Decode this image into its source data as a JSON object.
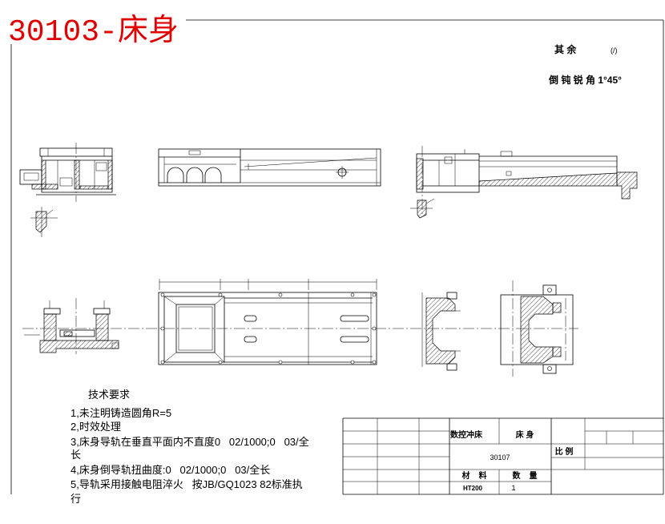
{
  "drawing_title": "30103-床身",
  "roughness": {
    "label": "其 余",
    "symbol": "(/)"
  },
  "chamfer_note": "倒 钝 锐 角 1°45°",
  "tech_requirements": {
    "heading": "技术要求",
    "lines": [
      "1,未注明铸造圆角R=5",
      "2,时效处理",
      "3,床身导轨在垂直平面内不直度0   02/1000;0   03/全",
      "长",
      "4,床身倒导轨扭曲度:0   02/1000;0   03/全长",
      "5,导轨采用接触电阻淬火   按JB/GQ1023 82标准执",
      "行"
    ]
  },
  "title_block": {
    "machine": "数控冲床",
    "part_name": "床 身",
    "drawing_no": "30107",
    "scale_label": "比 例",
    "material_label": "材    料",
    "quantity_label": "数    量",
    "material": "HT200",
    "quantity": "1"
  },
  "colors": {
    "title": "#e00000",
    "line": "#000000",
    "background": "#ffffff"
  }
}
